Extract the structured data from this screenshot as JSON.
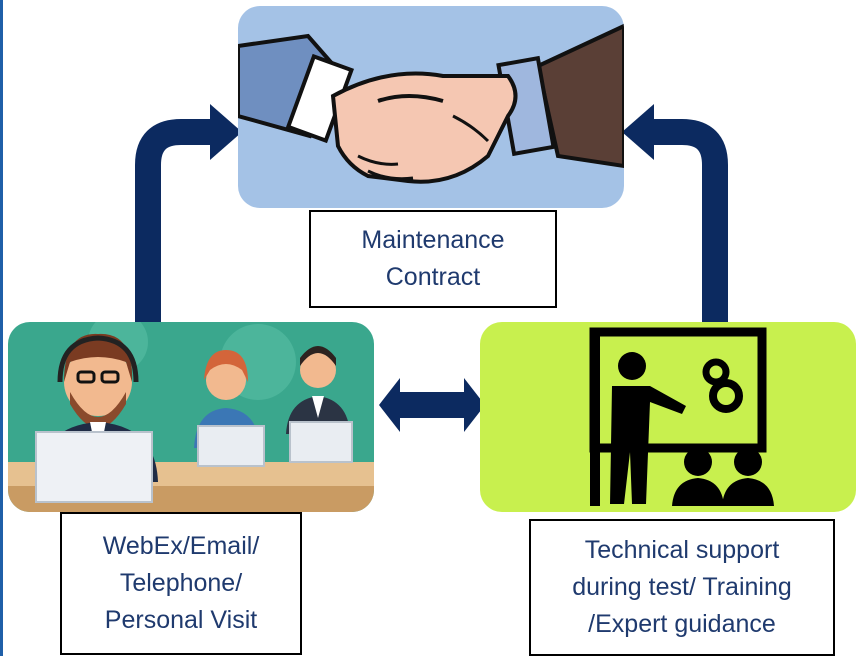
{
  "nodes": {
    "contract": {
      "label": "Maintenance\nContract",
      "icon": "handshake-icon"
    },
    "support": {
      "label": "WebEx/Email/\nTelephone/\nPersonal Visit",
      "icon": "helpdesk-agents-icon"
    },
    "training": {
      "label": "Technical support\nduring test/ Training\n/Expert guidance",
      "icon": "presentation-training-icon"
    }
  },
  "colors": {
    "arrow": "#0c2a60",
    "contract_panel": "#a4c2e6",
    "support_panel": "#3aa78d",
    "training_panel": "#c8f04e",
    "label_text": "#1f3a6e"
  }
}
